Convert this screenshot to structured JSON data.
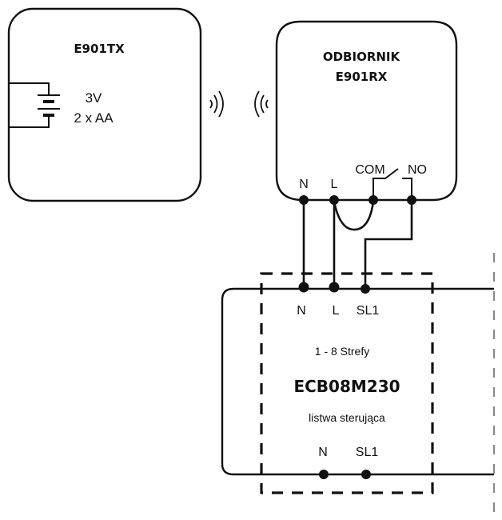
{
  "transmitter": {
    "name": "E901TX",
    "battery_voltage": "3V",
    "battery_type": "2 x AA",
    "battery_icon": "battery-icon",
    "signal_icon": "wireless-signal-out-icon"
  },
  "receiver": {
    "title_line1": "ODBIORNIK",
    "title_line2": "E901RX",
    "signal_icon": "wireless-signal-in-icon",
    "terminals": [
      "N",
      "L",
      "COM",
      "NO"
    ],
    "relay_icon": "relay-switch-icon"
  },
  "controller": {
    "top_terminals": [
      "N",
      "L",
      "SL1"
    ],
    "zones": "1 - 8 Strefy",
    "model": "ECB08M230",
    "description": "listwa sterująca",
    "bottom_terminals": [
      "N",
      "SL1"
    ]
  },
  "colors": {
    "line": "#111111",
    "extension_dash": "#888888",
    "background": "#ffffff"
  }
}
